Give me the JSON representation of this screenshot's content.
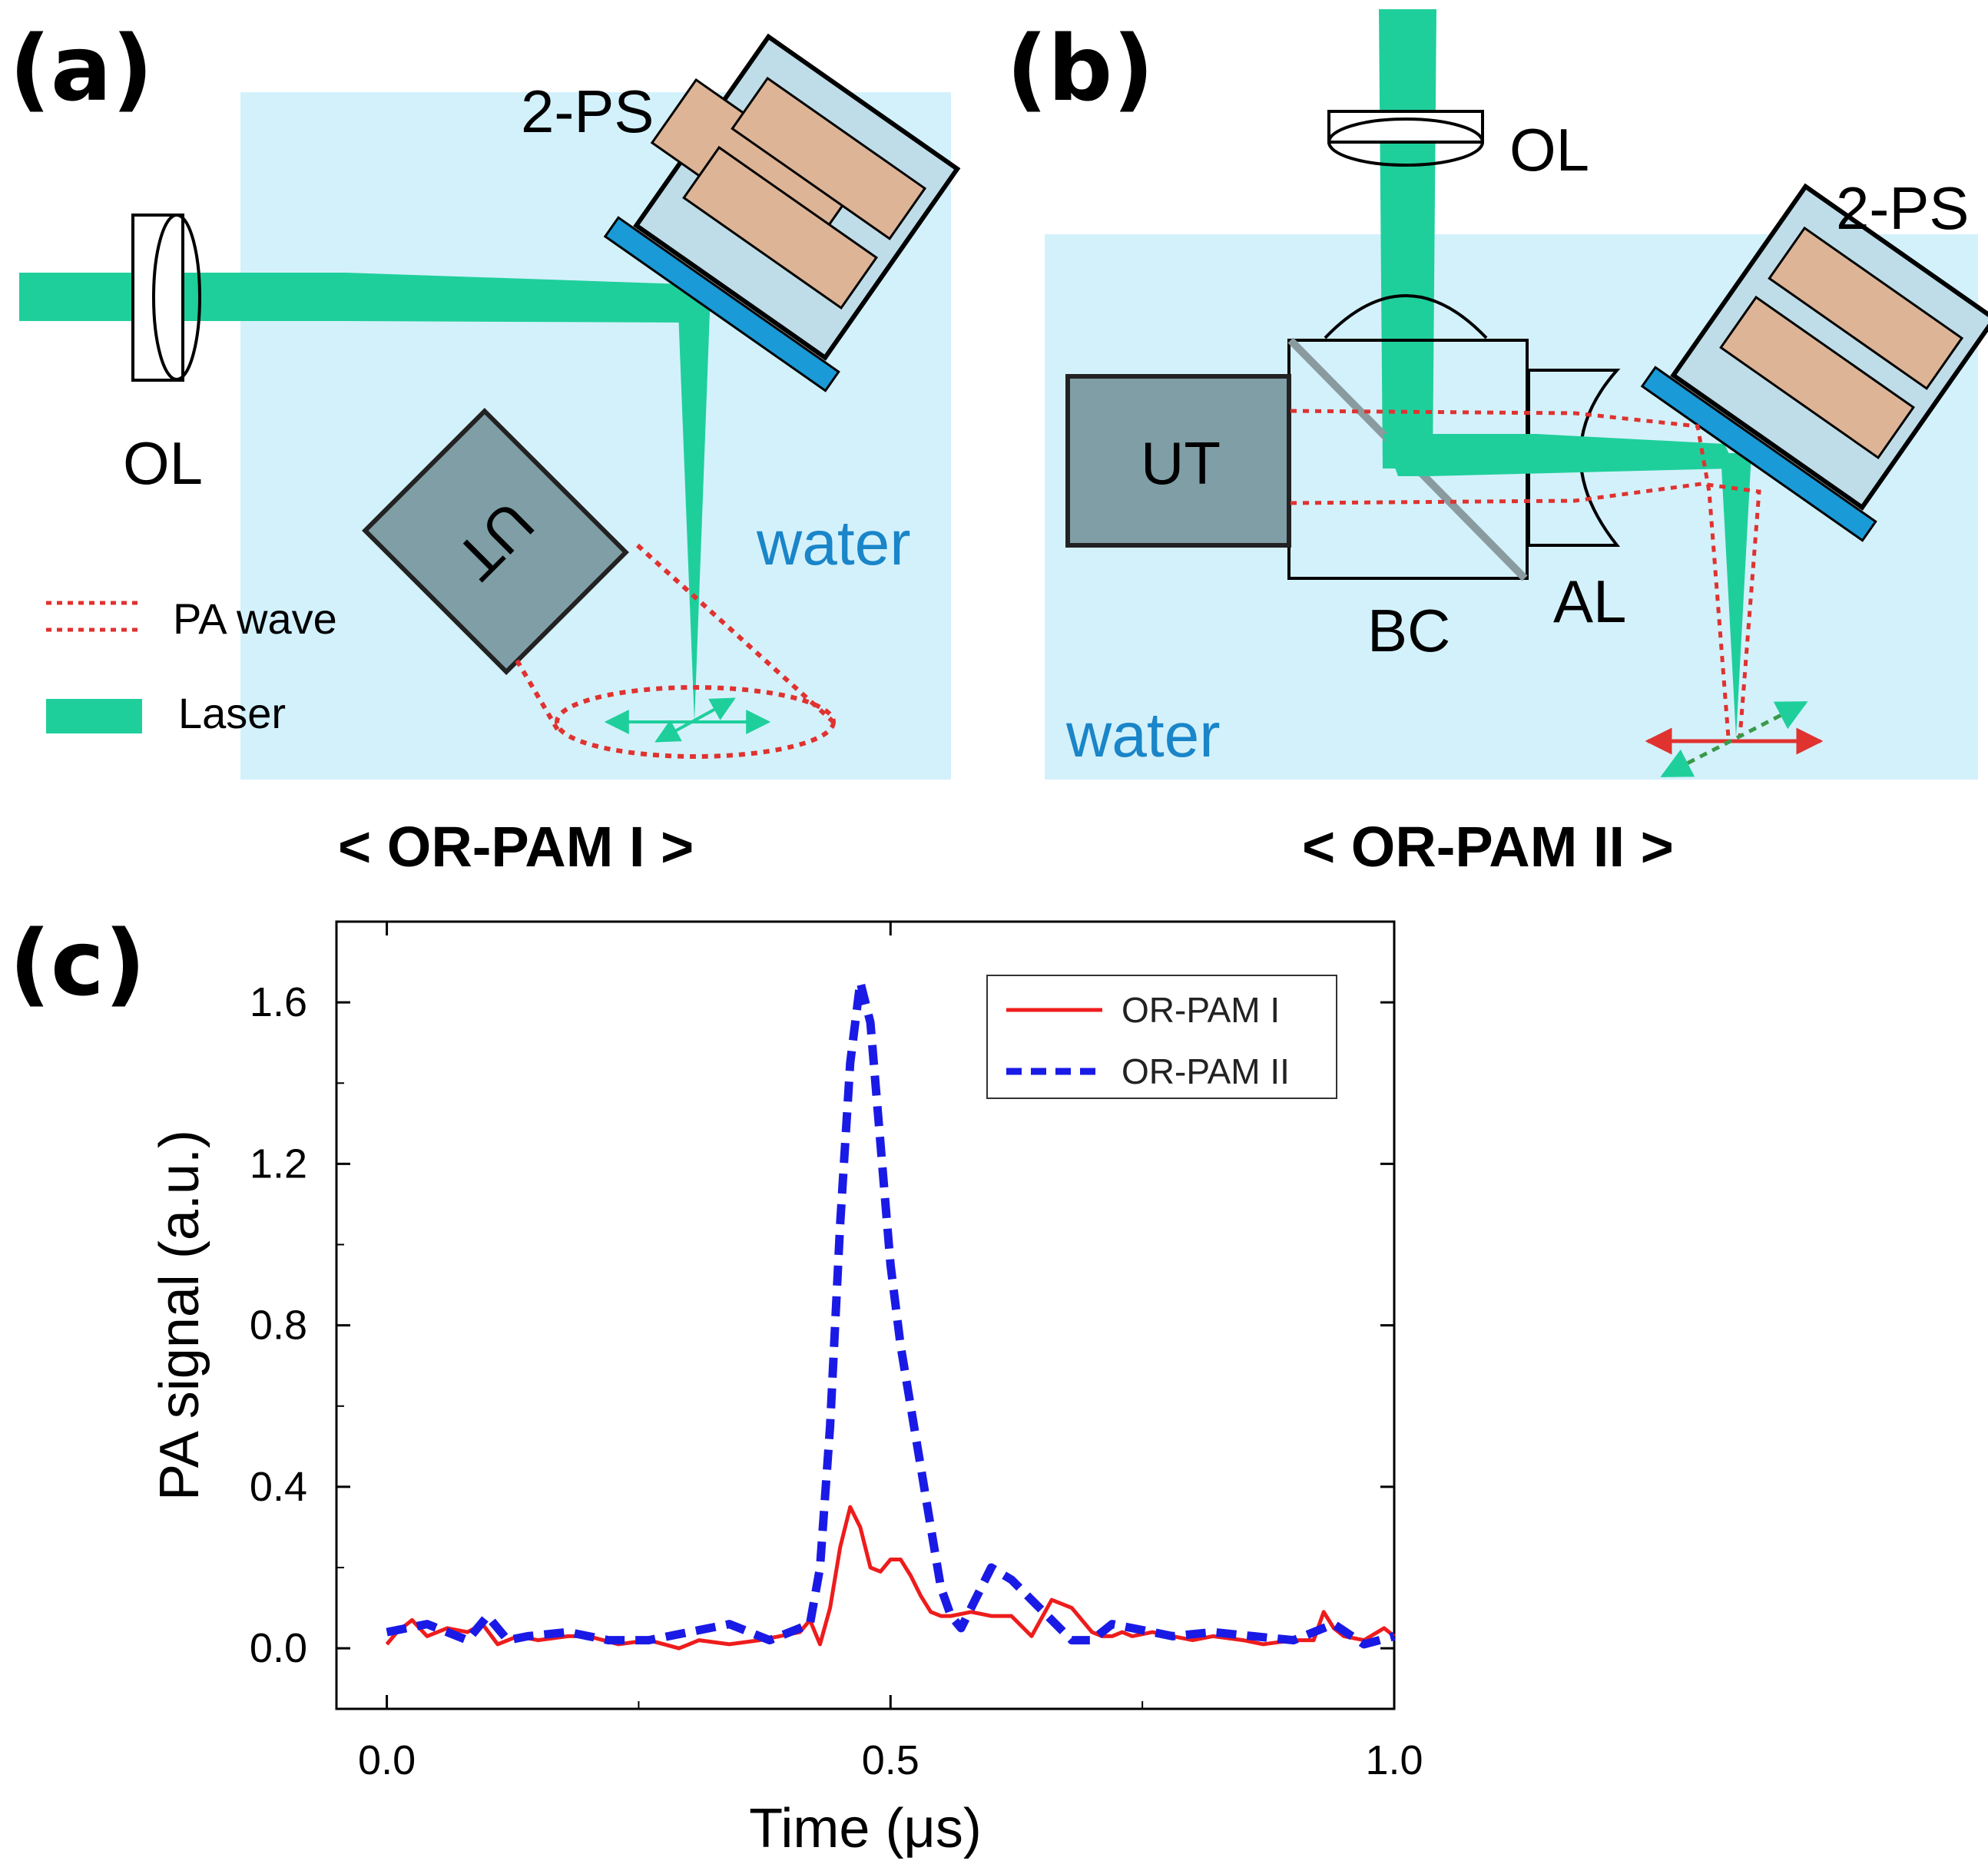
{
  "colors": {
    "water": "#d3f1fb",
    "laser": "#1fcf9b",
    "pa_wave": "#e0322f",
    "stage_blue": "#1a9ad6",
    "stage_body": "#bfdde8",
    "stage_coil": "#ddb496",
    "transducer": "#7f9ea6",
    "water_text": "#1a85c8",
    "series_1": "#ee1c1c",
    "series_2": "#1a1ae6"
  },
  "panel_a": {
    "label": "(a)",
    "caption": "< OR-PAM I >",
    "ol": "OL",
    "ps": "2-PS",
    "ut": "UT",
    "water": "water",
    "legend": {
      "pa_wave": "PA wave",
      "laser": "Laser"
    }
  },
  "panel_b": {
    "label": "(b)",
    "caption": "< OR-PAM II >",
    "ol": "OL",
    "ps": "2-PS",
    "ut": "UT",
    "bc": "BC",
    "al": "AL",
    "water": "water"
  },
  "panel_c": {
    "label": "(c)"
  },
  "chart_data": {
    "type": "line",
    "xlabel": "Time (μs)",
    "ylabel": "PA signal (a.u.)",
    "xlim": [
      -0.05,
      1.0
    ],
    "ylim": [
      -0.15,
      1.8
    ],
    "xticks": [
      "0.0",
      "0.5",
      "1.0"
    ],
    "yticks": [
      "0.0",
      "0.4",
      "0.8",
      "1.2",
      "1.6"
    ],
    "xtick_values": [
      0.0,
      0.5,
      1.0
    ],
    "ytick_values": [
      0.0,
      0.4,
      0.8,
      1.2,
      1.6
    ],
    "legend_position": "top-right",
    "series": [
      {
        "name": "OR-PAM I",
        "style": "solid",
        "x": [
          0.0,
          0.01,
          0.025,
          0.04,
          0.06,
          0.08,
          0.095,
          0.11,
          0.13,
          0.15,
          0.18,
          0.2,
          0.23,
          0.26,
          0.29,
          0.31,
          0.34,
          0.37,
          0.39,
          0.41,
          0.42,
          0.43,
          0.44,
          0.45,
          0.46,
          0.47,
          0.48,
          0.49,
          0.5,
          0.51,
          0.52,
          0.53,
          0.54,
          0.55,
          0.56,
          0.58,
          0.6,
          0.62,
          0.64,
          0.66,
          0.68,
          0.7,
          0.71,
          0.72,
          0.73,
          0.74,
          0.76,
          0.78,
          0.8,
          0.82,
          0.85,
          0.87,
          0.9,
          0.92,
          0.93,
          0.94,
          0.95,
          0.97,
          0.99,
          1.0
        ],
        "y": [
          0.01,
          0.04,
          0.07,
          0.03,
          0.05,
          0.04,
          0.06,
          0.01,
          0.03,
          0.02,
          0.03,
          0.03,
          0.01,
          0.02,
          0.0,
          0.02,
          0.01,
          0.02,
          0.03,
          0.04,
          0.07,
          0.01,
          0.1,
          0.25,
          0.35,
          0.3,
          0.2,
          0.19,
          0.22,
          0.22,
          0.18,
          0.13,
          0.09,
          0.08,
          0.08,
          0.09,
          0.08,
          0.08,
          0.03,
          0.12,
          0.1,
          0.04,
          0.03,
          0.03,
          0.04,
          0.03,
          0.04,
          0.03,
          0.02,
          0.03,
          0.02,
          0.01,
          0.02,
          0.02,
          0.09,
          0.05,
          0.03,
          0.02,
          0.05,
          0.03
        ]
      },
      {
        "name": "OR-PAM II",
        "style": "dashed",
        "x": [
          0.0,
          0.02,
          0.04,
          0.06,
          0.08,
          0.1,
          0.12,
          0.14,
          0.18,
          0.22,
          0.26,
          0.3,
          0.34,
          0.38,
          0.4,
          0.41,
          0.42,
          0.43,
          0.44,
          0.45,
          0.46,
          0.47,
          0.48,
          0.49,
          0.5,
          0.51,
          0.52,
          0.53,
          0.54,
          0.55,
          0.56,
          0.57,
          0.58,
          0.6,
          0.62,
          0.64,
          0.66,
          0.68,
          0.7,
          0.72,
          0.74,
          0.76,
          0.78,
          0.82,
          0.86,
          0.9,
          0.94,
          0.97,
          1.0
        ],
        "y": [
          0.04,
          0.05,
          0.06,
          0.04,
          0.02,
          0.08,
          0.02,
          0.03,
          0.04,
          0.02,
          0.02,
          0.04,
          0.06,
          0.02,
          0.04,
          0.05,
          0.06,
          0.2,
          0.55,
          1.05,
          1.45,
          1.65,
          1.55,
          1.25,
          0.95,
          0.75,
          0.6,
          0.45,
          0.3,
          0.15,
          0.08,
          0.05,
          0.1,
          0.2,
          0.17,
          0.12,
          0.07,
          0.02,
          0.02,
          0.06,
          0.05,
          0.04,
          0.03,
          0.04,
          0.03,
          0.02,
          0.06,
          0.01,
          0.03
        ]
      }
    ]
  }
}
